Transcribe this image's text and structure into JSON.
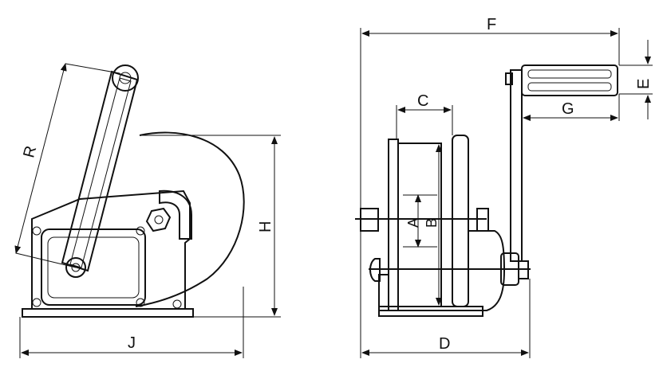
{
  "labels": {
    "R": "R",
    "H": "H",
    "J": "J",
    "F": "F",
    "C": "C",
    "E": "E",
    "G": "G",
    "A": "A",
    "B": "B",
    "D": "D"
  }
}
